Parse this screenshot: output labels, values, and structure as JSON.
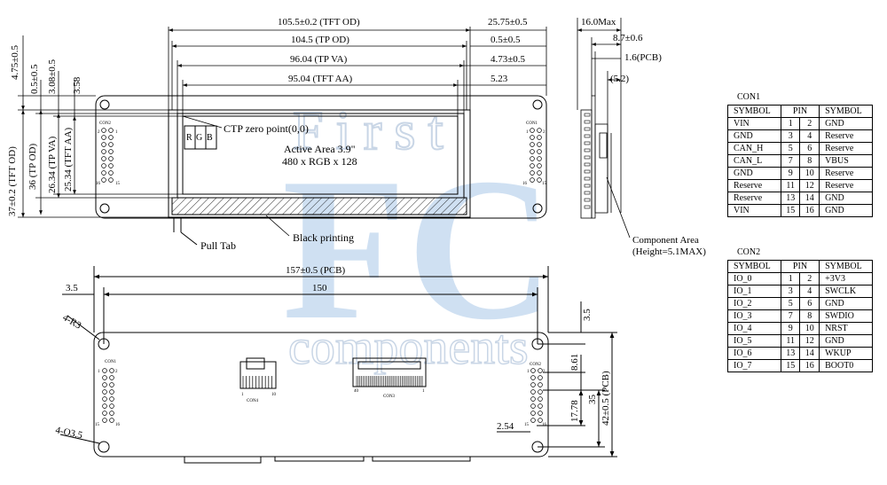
{
  "watermark": {
    "line1": "First",
    "line2": "FC",
    "line3": "components"
  },
  "top_view": {
    "dims": {
      "tft_od_w": "105.5±0.2 (TFT OD)",
      "tp_od_w": "104.5 (TP OD)",
      "tp_va_w": "96.04 (TP VA)",
      "tft_aa_w": "95.04 (TFT AA)",
      "right_25_75": "25.75±0.5",
      "right_0_5": "0.5±0.5",
      "right_4_73": "4.73±0.5",
      "right_5_23": "5.23",
      "left_4_75": "4.75±0.5",
      "left_0_5": "0.5±0.5",
      "left_3_08": "3.08±0.5",
      "left_3_58": "3.58",
      "h_tft_od": "37±0.2 (TFT OD)",
      "h_tp_od": "36 (TP OD)",
      "h_tp_va": "26.34 (TP VA)",
      "h_tft_aa": "25.34 (TFT AA)"
    },
    "labels": {
      "ctp_zero": "CTP zero point(0,0)",
      "active_area": "Active Area 3.9\"",
      "resolution": "480 x RGB x 128",
      "pull_tab": "Pull Tab",
      "black_printing": "Black printing",
      "r": "R",
      "g": "G",
      "b": "B",
      "con2_left": "CON2",
      "con2_right": "CON1",
      "pin1": "1",
      "pin2": "2",
      "pin15": "15",
      "pin16": "16"
    }
  },
  "side_view": {
    "dims": {
      "max": "16.0Max",
      "d8_7": "8.7±0.6",
      "pcb": "1.6(PCB)",
      "d5_2": "(5.2)"
    },
    "component_area": "Component Area",
    "component_height": "(Height=5.1MAX)"
  },
  "bottom_view": {
    "dims": {
      "pcb_w": "157±0.5 (PCB)",
      "w150": "150",
      "left_3_5": "3.5",
      "r3": "4-R3",
      "hole": "4-O3.5",
      "right_3_5": "3.5",
      "d8_61": "8.61",
      "d17_78": "17.78",
      "d35": "35",
      "pcb_h": "42±0.5 (PCB)",
      "d2_54": "2.54"
    },
    "labels": {
      "con1": "CON1",
      "con2": "CON2",
      "con3": "CON3",
      "con4": "CON4",
      "c3_40": "40",
      "c3_1": "1",
      "c4_1": "1",
      "c4_10": "10",
      "p1": "1",
      "p2": "2",
      "p15": "15",
      "p16": "16"
    }
  },
  "con1": {
    "title": "CON1",
    "headers": [
      "SYMBOL",
      "PIN",
      "SYMBOL"
    ],
    "rows": [
      [
        "VIN",
        "1",
        "2",
        "GND"
      ],
      [
        "GND",
        "3",
        "4",
        "Reserve"
      ],
      [
        "CAN_H",
        "5",
        "6",
        "Reserve"
      ],
      [
        "CAN_L",
        "7",
        "8",
        "VBUS"
      ],
      [
        "GND",
        "9",
        "10",
        "Reserve"
      ],
      [
        "Reserve",
        "11",
        "12",
        "Reserve"
      ],
      [
        "Reserve",
        "13",
        "14",
        "GND"
      ],
      [
        "VIN",
        "15",
        "16",
        "GND"
      ]
    ]
  },
  "con2": {
    "title": "CON2",
    "headers": [
      "SYMBOL",
      "PIN",
      "SYMBOL"
    ],
    "rows": [
      [
        "IO_0",
        "1",
        "2",
        "+3V3"
      ],
      [
        "IO_1",
        "3",
        "4",
        "SWCLK"
      ],
      [
        "IO_2",
        "5",
        "6",
        "GND"
      ],
      [
        "IO_3",
        "7",
        "8",
        "SWDIO"
      ],
      [
        "IO_4",
        "9",
        "10",
        "NRST"
      ],
      [
        "IO_5",
        "11",
        "12",
        "GND"
      ],
      [
        "IO_6",
        "13",
        "14",
        "WKUP"
      ],
      [
        "IO_7",
        "15",
        "16",
        "BOOT0"
      ]
    ]
  }
}
